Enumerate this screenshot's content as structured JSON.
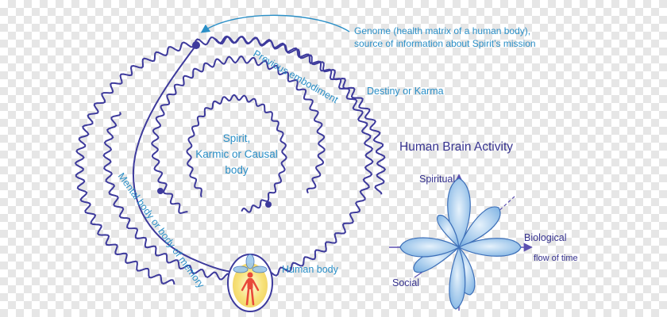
{
  "colors": {
    "spiral": "#3d3a9c",
    "label_blue": "#2a8fc7",
    "label_dark": "#36328f",
    "petal_fill": "#9cc8ec",
    "petal_stroke": "#3d6fb8",
    "axis": "#5b4fb0",
    "aura": "#f7e27a"
  },
  "labels": {
    "genome_line1": "Genome (health matrix of a human body),",
    "genome_line2": "source of information about Spirit’s mission",
    "previous_embodiment": "Previous embodiment",
    "destiny": "Destiny or Karma",
    "spirit_line1": "Spirit,",
    "spirit_line2": "Karmic or Causal",
    "spirit_line3": "body",
    "mental_body": "Mental body or body of memory",
    "human_body": "Human body"
  },
  "brain": {
    "title": "Human Brain Activity",
    "axis_spiritual": "Spiritual",
    "axis_biological": "Biological",
    "axis_flow": "flow of time",
    "axis_social": "Social"
  },
  "icons": {
    "human_figure": "human-figure-icon",
    "genome_node": "genome-node-icon"
  }
}
